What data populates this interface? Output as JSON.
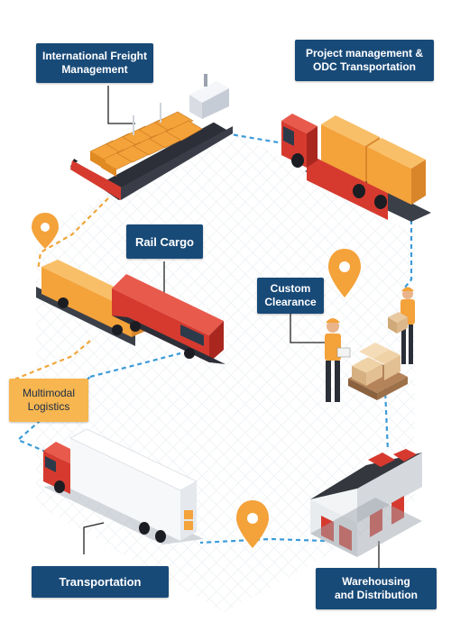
{
  "labels": {
    "international_freight": "International Freight\nManagement",
    "project_management": "Project management &\nODC Transportation",
    "rail_cargo": "Rail Cargo",
    "custom_clearance": "Custom\nClearance",
    "multimodal_logistics": "Multimodal\nLogistics",
    "transportation": "Transportation",
    "warehousing": "Warehousing\nand Distribution"
  },
  "colors": {
    "label_blue": "#184a78",
    "label_orange": "#f7b64f",
    "route_blue": "#3b9bd8",
    "route_orange": "#f0a63a",
    "container_orange": "#f4a23a",
    "truck_red": "#d63a2f"
  },
  "icons": [
    "cargo-ship-icon",
    "container-truck-icon",
    "freight-train-icon",
    "customs-officer-icon",
    "warehouse-icon",
    "box-truck-icon",
    "location-pin-icon"
  ]
}
